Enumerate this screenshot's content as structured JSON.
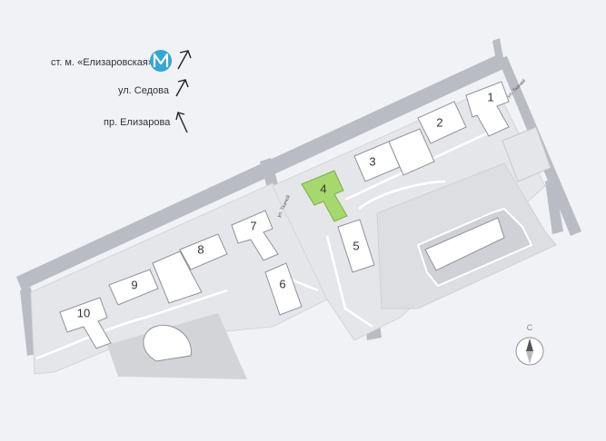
{
  "legend": [
    {
      "label": "ст. м. «Елизаровская»",
      "icon": "metro-icon",
      "direction": "up-right"
    },
    {
      "label": "ул. Седова",
      "direction": "up-right"
    },
    {
      "label": "пр. Елизарова",
      "direction": "up-left"
    }
  ],
  "streets": [
    {
      "label": "ул. Ткачей"
    },
    {
      "label": "ул. Ткачей"
    }
  ],
  "buildings": [
    {
      "number": "1"
    },
    {
      "number": "2"
    },
    {
      "number": "3"
    },
    {
      "number": "4",
      "highlighted": true
    },
    {
      "number": "5"
    },
    {
      "number": "6"
    },
    {
      "number": "7"
    },
    {
      "number": "8"
    },
    {
      "number": "9"
    },
    {
      "number": "10"
    }
  ],
  "compass": {
    "north_label": "С"
  },
  "colors": {
    "background": "#f1f2f6",
    "road": "#b9bcc2",
    "site": "#e4e6ea",
    "building_fill": "#ffffff",
    "building_stroke": "#8f9298",
    "highlight": "#a6d86b",
    "metro": "#33a6d6"
  }
}
